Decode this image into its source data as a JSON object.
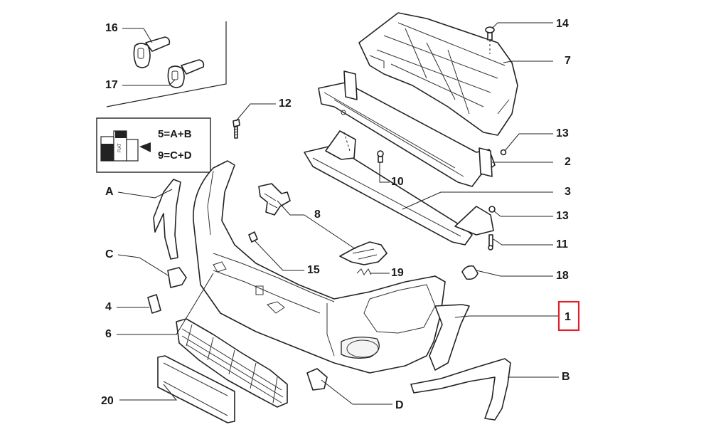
{
  "colors": {
    "ink": "#1a1a1a",
    "highlight": "#e0202a",
    "background": "#ffffff"
  },
  "legend": {
    "line1": "5=A+B",
    "line2": "9=C+D",
    "box_text": "FIAT"
  },
  "labels": {
    "p1": "1",
    "p2": "2",
    "p3": "3",
    "p4": "4",
    "p6": "6",
    "p7": "7",
    "p8": "8",
    "p10": "10",
    "p11": "11",
    "p12": "12",
    "p13a": "13",
    "p13b": "13",
    "p14": "14",
    "p15": "15",
    "p16": "16",
    "p17": "17",
    "p18": "18",
    "p19": "19",
    "p20": "20",
    "pA": "A",
    "pB": "B",
    "pC": "C",
    "pD": "D"
  },
  "highlighted_part": "1"
}
